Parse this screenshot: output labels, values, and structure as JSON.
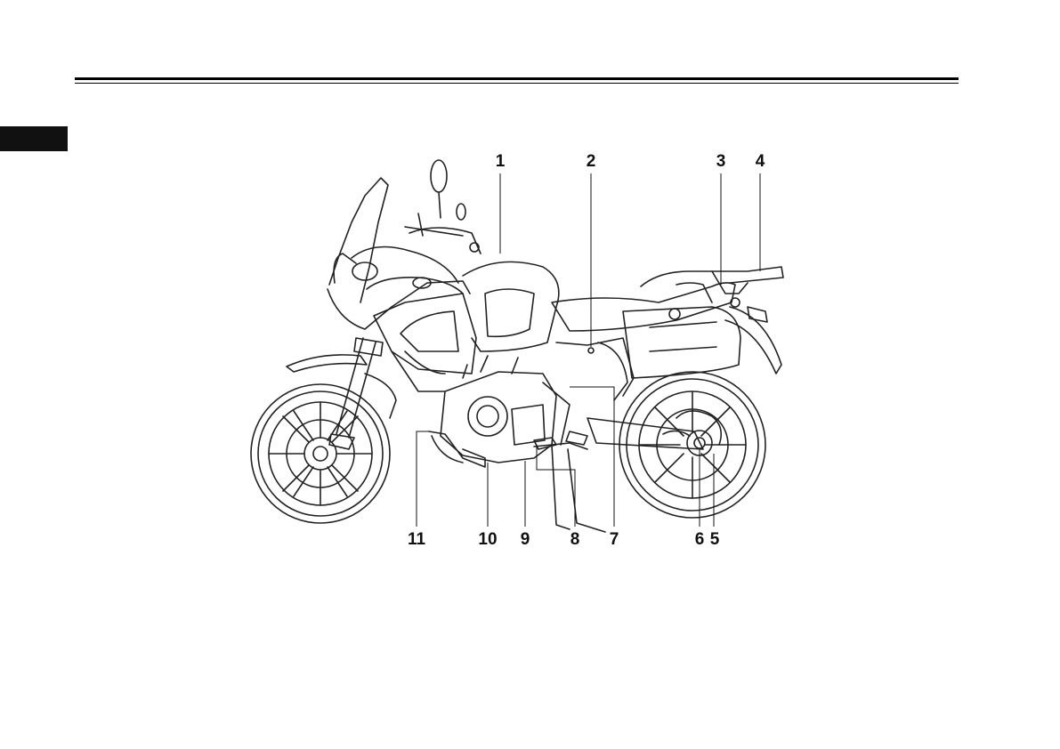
{
  "callouts_top": [
    {
      "id": "1",
      "label": "1"
    },
    {
      "id": "2",
      "label": "2"
    },
    {
      "id": "3",
      "label": "3"
    },
    {
      "id": "4",
      "label": "4"
    }
  ],
  "callouts_bottom": [
    {
      "id": "11",
      "label": "11"
    },
    {
      "id": "10",
      "label": "10"
    },
    {
      "id": "9",
      "label": "9"
    },
    {
      "id": "8",
      "label": "8"
    },
    {
      "id": "7",
      "label": "7"
    },
    {
      "id": "6",
      "label": "6"
    },
    {
      "id": "5",
      "label": "5"
    }
  ],
  "colors": {
    "ink": "#111111",
    "paper": "#ffffff"
  }
}
